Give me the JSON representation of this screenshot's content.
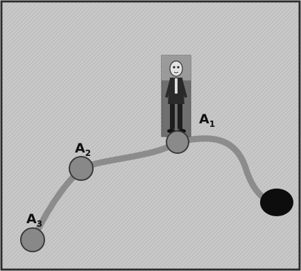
{
  "points": [
    {
      "id": "a1",
      "base": "A",
      "sub": "1"
    },
    {
      "id": "a2",
      "base": "A",
      "sub": "2"
    },
    {
      "id": "a3",
      "base": "A",
      "sub": "3"
    }
  ],
  "icons": {
    "figure": "standing-person-icon"
  },
  "colors": {
    "background": "#c9c9c9",
    "path": "#8c8c8c",
    "node_fill": "#888888",
    "node_stroke": "#3a3a3a",
    "end_node": "#0d0d0d",
    "label": "#111111"
  }
}
